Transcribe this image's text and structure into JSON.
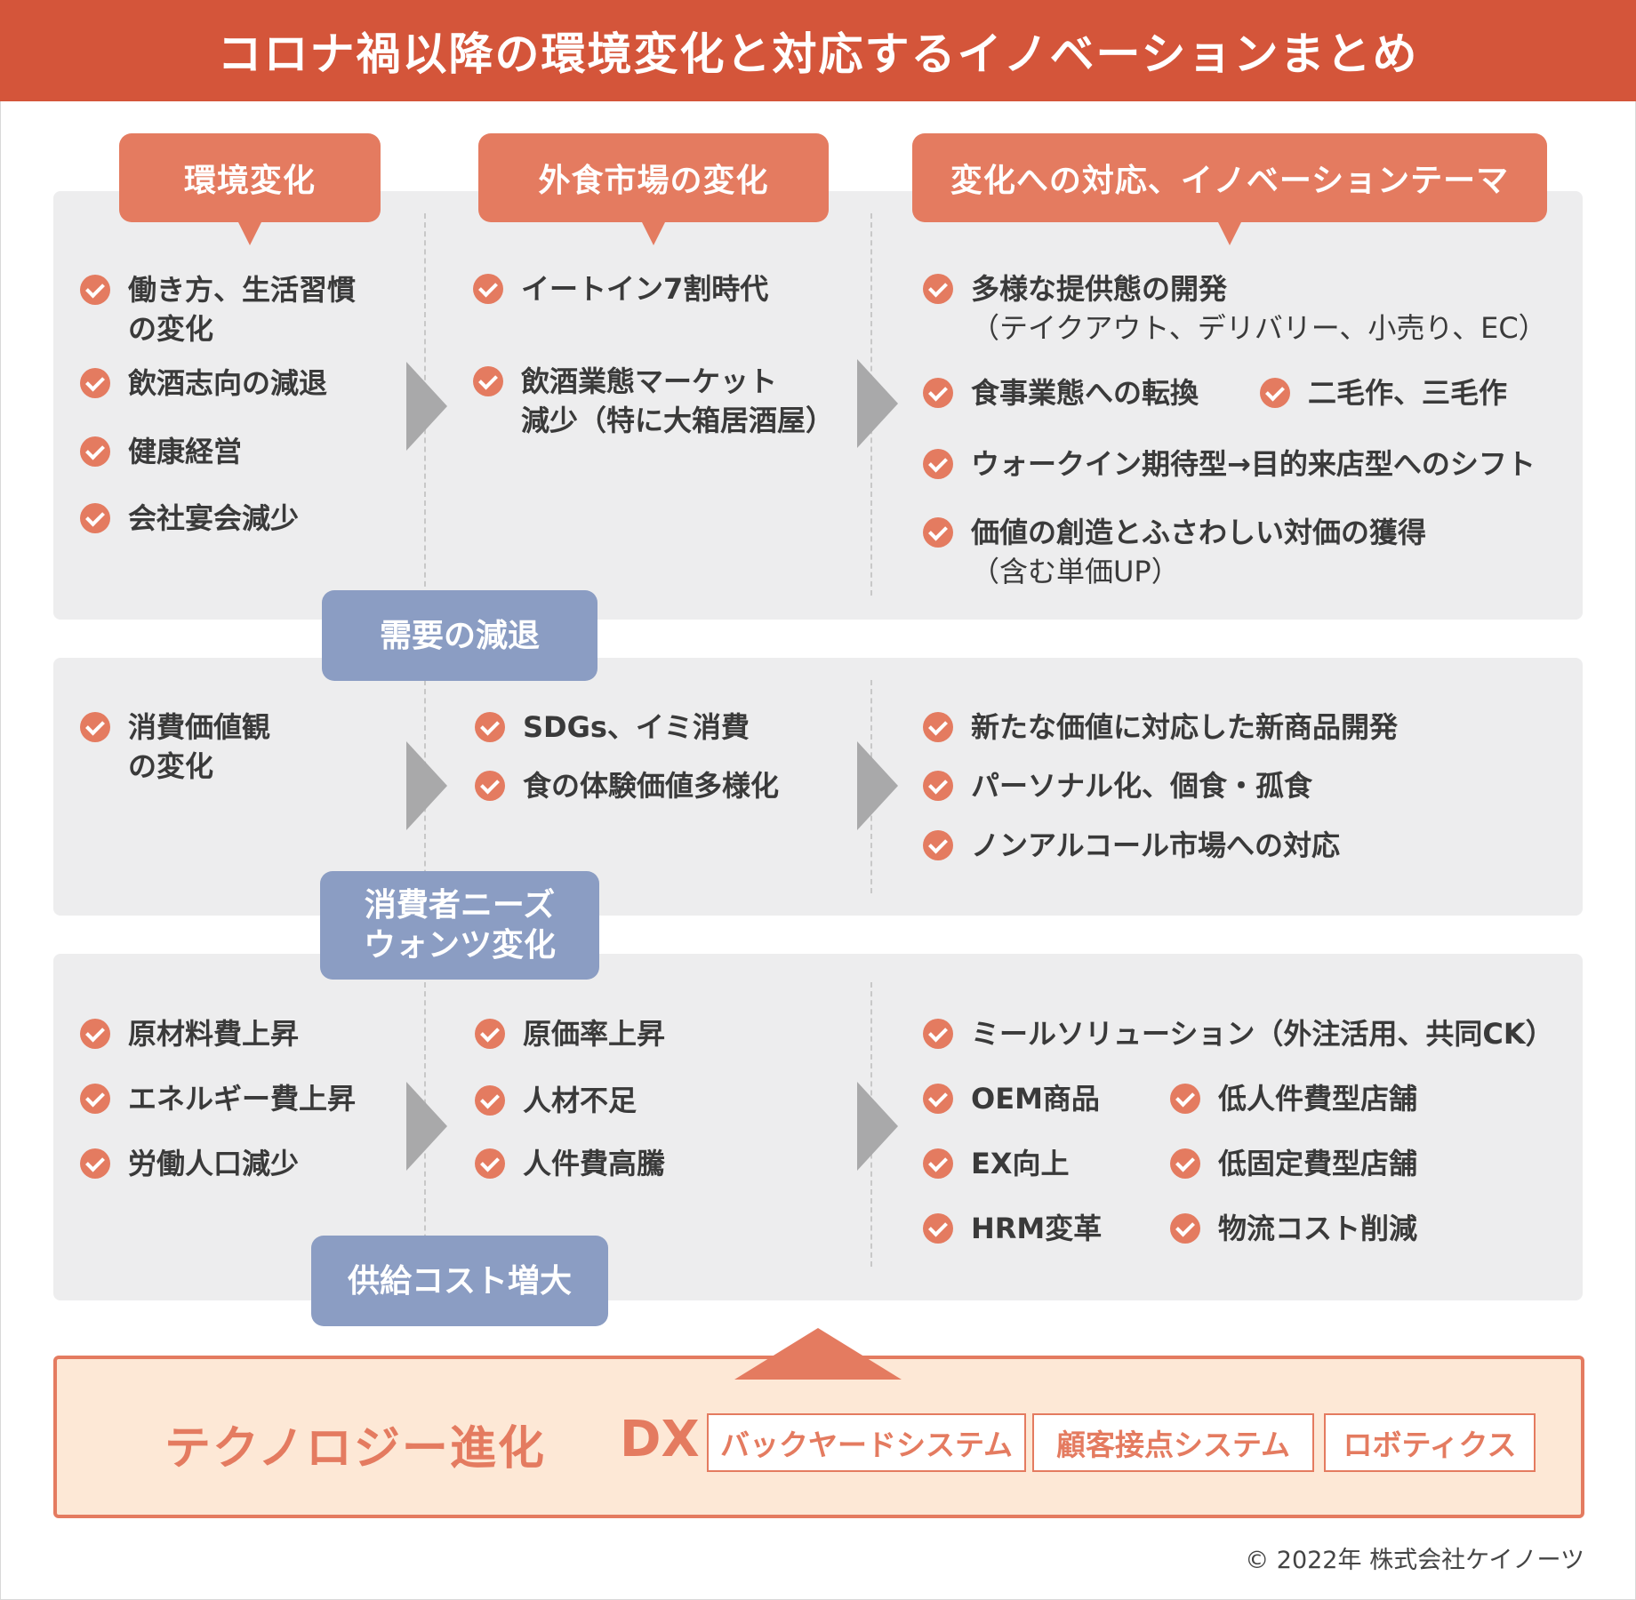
{
  "title": "コロナ禍以降の環境変化と対応するイノベーションまとめ",
  "headers": {
    "env": "環境変化",
    "market": "外食市場の変化",
    "response": "変化への対応、イノベーションテーマ"
  },
  "sections": {
    "demand": {
      "label": "需要の減退",
      "env": [
        [
          "働き方、生活習慣",
          "の変化"
        ],
        [
          "飲酒志向の減退"
        ],
        [
          "健康経営"
        ],
        [
          "会社宴会減少"
        ]
      ],
      "market": [
        [
          "イートイン7割時代"
        ],
        [
          "飲酒業態マーケット",
          "減少（特に大箱居酒屋）"
        ]
      ],
      "response": {
        "diverse": {
          "main": "多様な提供態の開発",
          "sub": "（テイクアウト、デリバリー、小売り、EC）"
        },
        "meal_shift": "食事業態への転換",
        "dual": "二毛作、三毛作",
        "walkin": "ウォークイン期待型→目的来店型へのシフト",
        "value": {
          "main": "価値の創造とふさわしい対価の獲得",
          "sub": "（含む単価UP）"
        }
      }
    },
    "needs": {
      "label_line1": "消費者ニーズ",
      "label_line2": "ウォンツ変化",
      "env": [
        [
          "消費価値観",
          "の変化"
        ]
      ],
      "market": [
        [
          "SDGs、イミ消費"
        ],
        [
          "食の体験価値多様化"
        ]
      ],
      "response": [
        "新たな価値に対応した新商品開発",
        "パーソナル化、個食・孤食",
        "ノンアルコール市場への対応"
      ]
    },
    "supply": {
      "label": "供給コスト増大",
      "env": [
        "原材料費上昇",
        "エネルギー費上昇",
        "労働人口減少"
      ],
      "market": [
        "原価率上昇",
        "人材不足",
        "人件費高騰"
      ],
      "response": {
        "meal_solution": "ミールソリューション（外注活用、共同CK）",
        "left": [
          "OEM商品",
          "EX向上",
          "HRM変革"
        ],
        "right": [
          "低人件費型店舗",
          "低固定費型店舗",
          "物流コスト削減"
        ]
      }
    }
  },
  "technology": {
    "title": "テクノロジー進化",
    "dx": "DX",
    "boxes": [
      "バックヤードシステム",
      "顧客接点システム",
      "ロボティクス"
    ]
  },
  "copyright": "© 2022年 株式会社ケイノーツ",
  "colors": {
    "title_bg": "#d4553a",
    "accent": "#e47b60",
    "pill": "#8b9dc3",
    "panel": "#ededee",
    "tech_bg": "#fde8d6"
  }
}
